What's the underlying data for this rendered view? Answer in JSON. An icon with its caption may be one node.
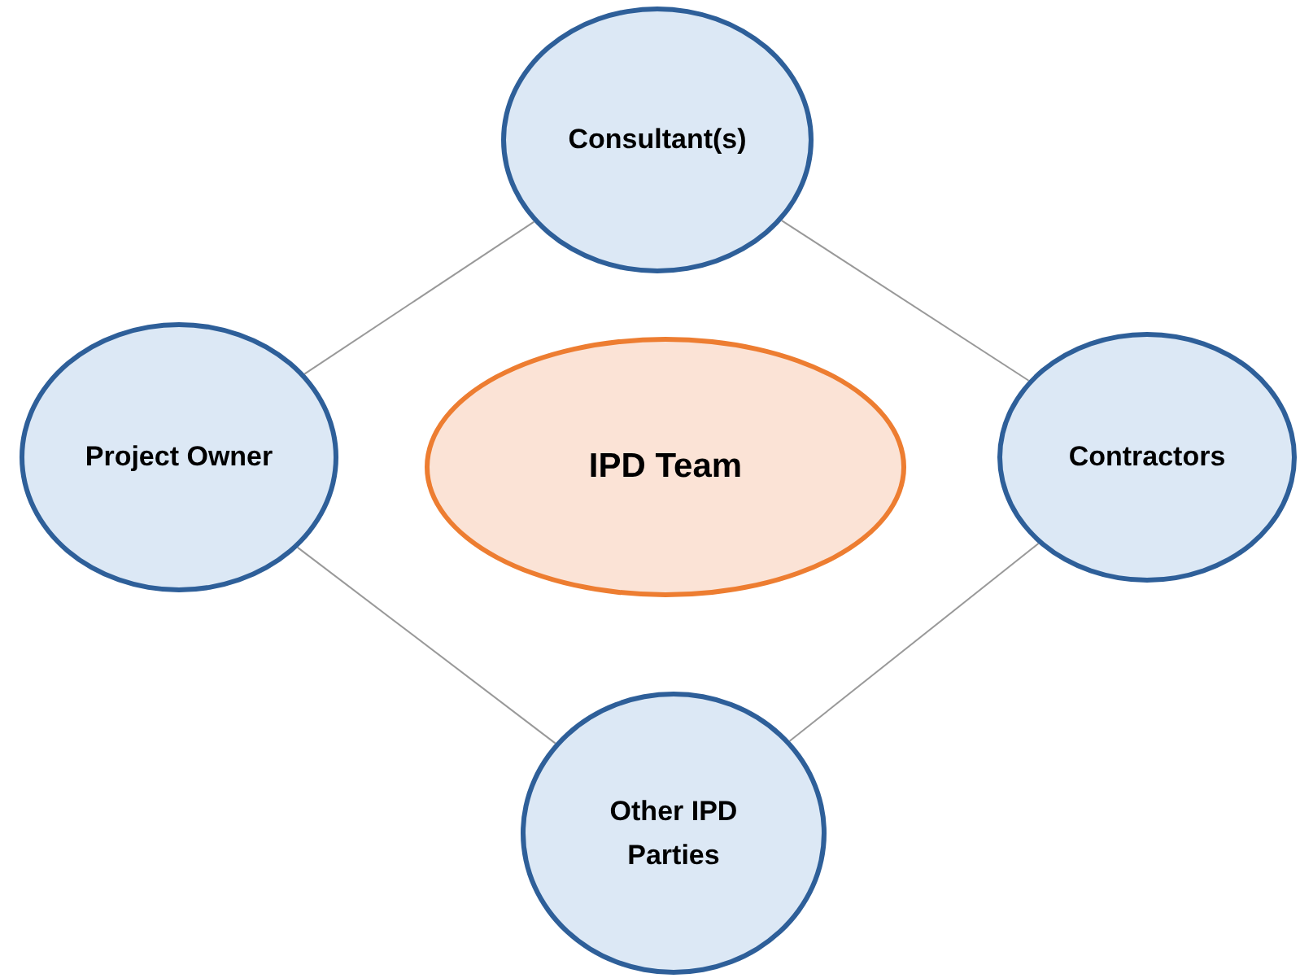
{
  "diagram": {
    "nodes": [
      {
        "text": [
          "Consultant(s)"
        ]
      },
      {
        "text": [
          "Project Owner"
        ]
      },
      {
        "text": [
          "IPD Team"
        ]
      },
      {
        "text": [
          "Contractors"
        ]
      },
      {
        "text": [
          "Other IPD Parties"
        ]
      }
    ],
    "edges": [
      {
        "from": 1,
        "to": 0,
        "arrow": "none"
      },
      {
        "from": 0,
        "to": 3,
        "arrow": "none"
      },
      {
        "from": 1,
        "to": 4,
        "arrow": "none"
      },
      {
        "from": 3,
        "to": 4,
        "arrow": "none"
      }
    ]
  }
}
